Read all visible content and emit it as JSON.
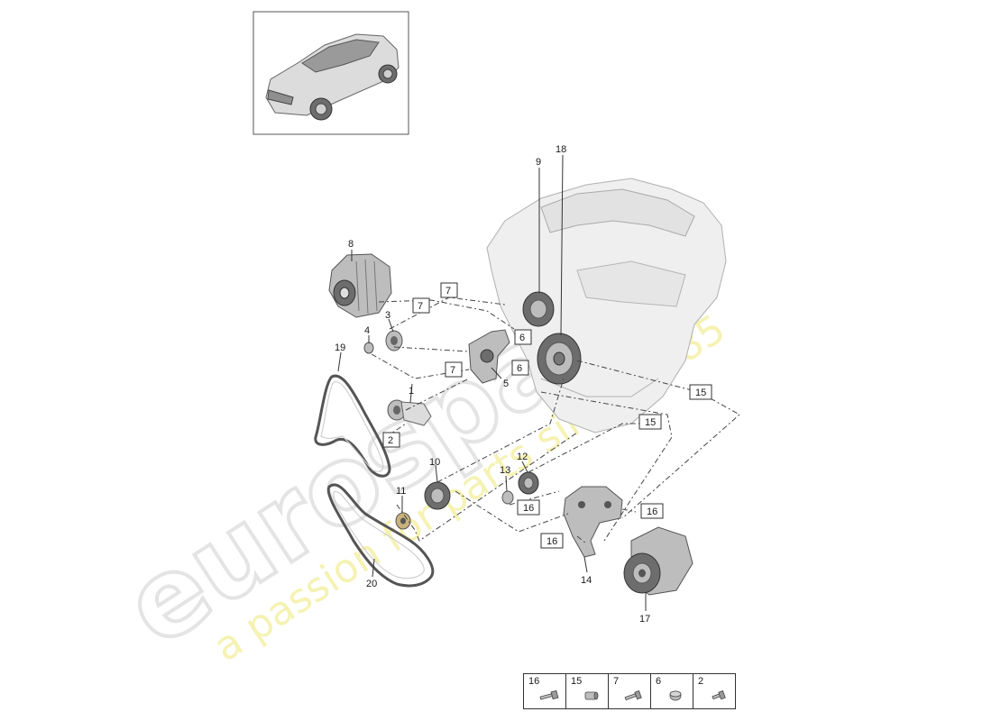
{
  "watermark": {
    "brand": "eurospares",
    "tagline": "a passion for parts since 1985"
  },
  "callouts": [
    "1",
    "3",
    "4",
    "5",
    "8",
    "9",
    "10",
    "11",
    "12",
    "13",
    "14",
    "17",
    "18",
    "19",
    "20"
  ],
  "boxed_labels": [
    "7",
    "7",
    "7",
    "6",
    "6",
    "2",
    "15",
    "15",
    "16",
    "16",
    "16"
  ],
  "legend": {
    "cells": [
      {
        "number": "16",
        "icon": "long-bolt-icon"
      },
      {
        "number": "15",
        "icon": "sleeve-icon"
      },
      {
        "number": "7",
        "icon": "bolt-icon"
      },
      {
        "number": "6",
        "icon": "bushing-icon"
      },
      {
        "number": "2",
        "icon": "short-bolt-icon"
      }
    ]
  },
  "colors": {
    "line": "#444444",
    "part": "#bdbdbd",
    "watermark_outline": "#e4e4e4",
    "watermark_tagline": "#f1ed9a"
  }
}
